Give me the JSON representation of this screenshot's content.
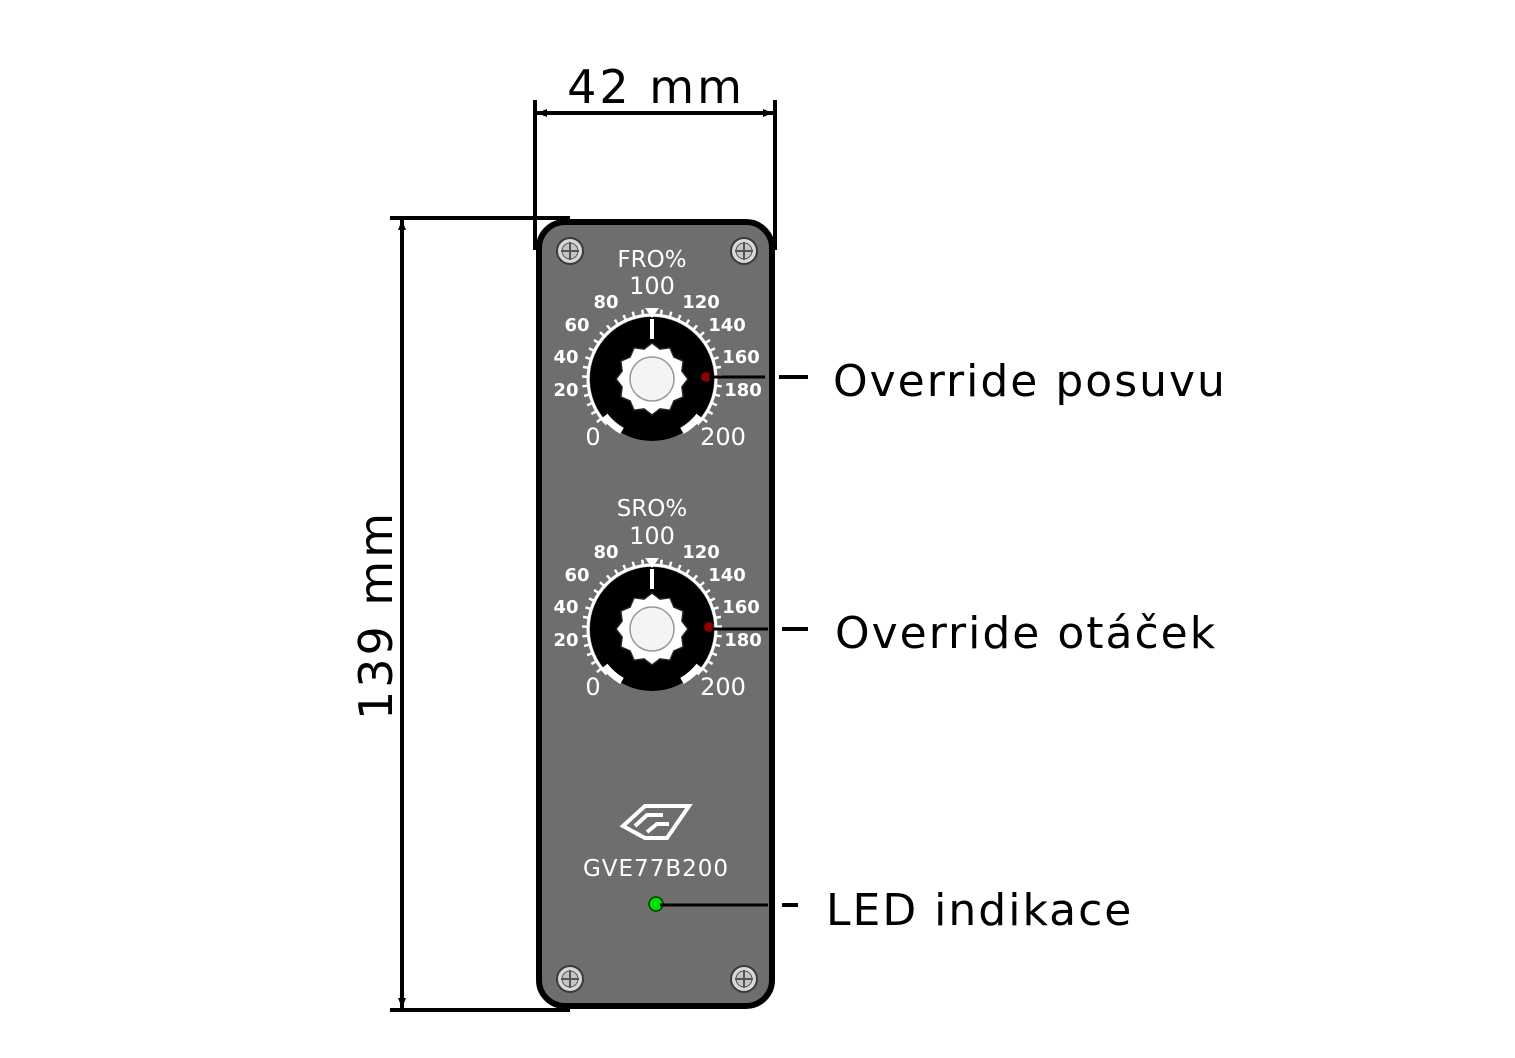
{
  "dimensions": {
    "width_label": "42 mm",
    "height_label": "139 mm"
  },
  "panel": {
    "model": "GVE77B200",
    "colors": {
      "panel": "#6e6e6e",
      "outline": "#000000",
      "dial_ring": "#000000",
      "knob": "#ffffff",
      "text": "#ffffff",
      "indicator_red": "#8b0000",
      "led_green": "#00e000"
    },
    "knobs": [
      {
        "id": "fro",
        "title": "FRO%",
        "scale": [
          "0",
          "20",
          "40",
          "60",
          "80",
          "100",
          "120",
          "140",
          "160",
          "180",
          "200"
        ],
        "callout": "Override posuvu"
      },
      {
        "id": "sro",
        "title": "SRO%",
        "scale": [
          "0",
          "20",
          "40",
          "60",
          "80",
          "100",
          "120",
          "140",
          "160",
          "180",
          "200"
        ],
        "callout": "Override otáček"
      }
    ],
    "led": {
      "callout": "LED indikace"
    }
  },
  "icons": {
    "screws": "screw-icon",
    "logo": "brand-logo-icon"
  }
}
